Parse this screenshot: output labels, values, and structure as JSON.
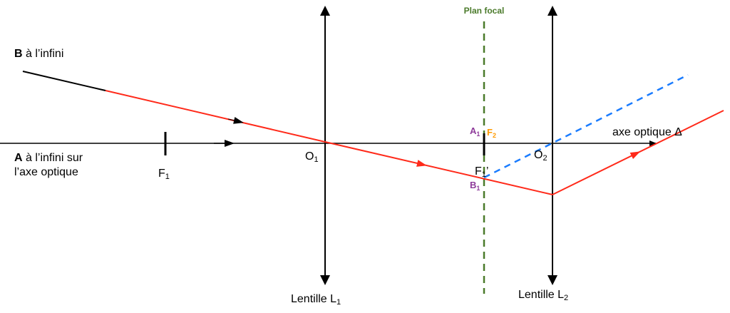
{
  "labels": {
    "b_infinity_bold": "B",
    "b_infinity": " à l’infini",
    "a_infinity_bold": "A",
    "a_infinity_line1": " à l’infini sur",
    "a_infinity_line2": "l’axe optique",
    "f1": "F",
    "f1_sub": "1",
    "o1": "O",
    "o1_sub": "1",
    "o2": "O",
    "o2_sub": "2",
    "a1": "A",
    "a1_sub": "1",
    "b1": "B",
    "b1_sub": "1",
    "f2": "F",
    "f2_sub": "2",
    "f1_prime": "F",
    "f1_prime_sub": "1",
    "f1_prime_mark": "’",
    "focal_plane": "Plan focal",
    "optical_axis": "axe optique Δ",
    "lens1": "Lentille L",
    "lens1_sub": "1",
    "lens2": "Lentille L",
    "lens2_sub": "2"
  },
  "colors": {
    "ray": "#ff2a1a",
    "virtual_ray": "#1a7cff",
    "focal_plane": "#4a7a2a",
    "image_label": "#8e3b9a",
    "f2_label": "#ff9a00",
    "axis": "#000000"
  }
}
